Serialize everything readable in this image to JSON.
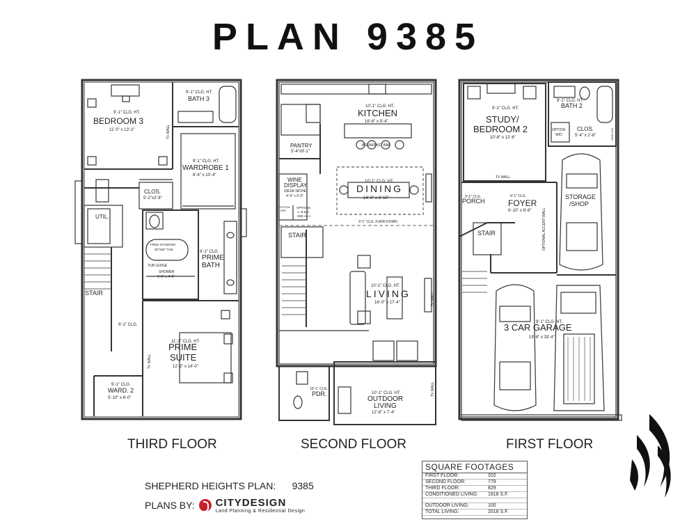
{
  "title": "PLAN  9385",
  "floors": {
    "third": "THIRD FLOOR",
    "second": "SECOND FLOOR",
    "first": "FIRST FLOOR"
  },
  "rooms": {
    "bedroom3": {
      "clg": "9'-1\" CLG. HT.",
      "name": "BEDROOM 3",
      "dim": "11'-0\" x 13'-2\""
    },
    "bath3": {
      "clg": "9'-1\" CLG. HT.",
      "name": "BATH 3"
    },
    "wardrobe1": {
      "clg": "9'-1\" CLG. HT.",
      "name": "WARDROBE 1",
      "dim": "8'-4\" x 10'-4\""
    },
    "clos3": {
      "name": "CLOS.",
      "dim": "5'-2\"x2'-8\""
    },
    "util": {
      "name": "UTIL."
    },
    "stair3": {
      "name": "STAIR"
    },
    "tub": {
      "name": "FREE-STANDING",
      "dim": "36\"X60\" TUB"
    },
    "tubledge": {
      "name": "TUB LEDGE"
    },
    "shower": {
      "name": "SHOWER",
      "dim": "6'-0\" x 4'-0\""
    },
    "primebath": {
      "clg": "9'-1\" CLG.",
      "name1": "PRIME",
      "name2": "BATH"
    },
    "clg91": {
      "name": "9'-1\" CLG."
    },
    "primesuite": {
      "clg": "11'-1\" CLG. HT.",
      "name1": "PRIME",
      "name2": "SUITE",
      "dim": "12'-2\" x 14'-0\""
    },
    "ward2": {
      "clg": "9'-1\" CLG.",
      "name": "WARD. 2",
      "dim": "5'-10\" x 6'-0\""
    },
    "tvwall": "TV WALL",
    "kitchen": {
      "clg": "10'-1\" CLG. HT.",
      "name": "KITCHEN",
      "dim": "16'-6\" x 9'-4\""
    },
    "breakfast": "BREAKFAST BAR",
    "pantry": {
      "name": "PANTRY",
      "dim": "5'-4\"x9'-1\""
    },
    "wine": {
      "name1": "WINE",
      "name2": "DISPLAY",
      "name3": "/DESK NICHE",
      "dim": "4'-4\" x 6'-0\""
    },
    "option": {
      "a": "OPTION",
      "b": "REF.",
      "c": "OPTIONS",
      "d": "A, B & C",
      "e": "SEE A5.1"
    },
    "dining": {
      "clg": "10'-1\" CLG. HT.",
      "name": "DINING",
      "dim": "14'-0\" x 8'-10\""
    },
    "furrdown": "9'-1\" CLG.  FURR-DOWN",
    "stair2": "STAIR",
    "living": {
      "clg": "10'-1\" CLG. HT.",
      "name": "LIVING",
      "dim": "16'-0\" x 17'-4\""
    },
    "pdr": {
      "clg": "10'-1\" CLG.",
      "name": "PDR."
    },
    "outdoor": {
      "clg": "10'-1\" CLG. HT.",
      "name1": "OUTDOOR",
      "name2": "LIVING",
      "dim": "12'-8\" x 7'-4\""
    },
    "study": {
      "clg": "9'-1\" CLG. HT.",
      "name1": "STUDY/",
      "name2": "BEDROOM 2",
      "dim": "10'-8\" x 12'-6\""
    },
    "bath2": {
      "clg": "9'-1\" CLG. HT.",
      "name": "BATH 2"
    },
    "optionwd": {
      "a": "OPTION",
      "b": "W/D"
    },
    "clos1": {
      "name": "CLOS.",
      "dim": "5'-4\" x 2'-8\""
    },
    "shelves": "SHELVES",
    "porch": {
      "clg": "9'-1\" CLG.",
      "name": "PORCH"
    },
    "foyer": {
      "clg": "9'-1\" CLG.",
      "name": "FOYER",
      "dim": "6'-10\" x 8'-8\""
    },
    "accent": "OPTIONAL ACCENT WALL",
    "storage": {
      "name1": "STORAGE",
      "name2": "/SHOP"
    },
    "stair1": "STAIR",
    "garage": {
      "clg": "9'-1\" CLG. HT.",
      "name": "3 CAR GARAGE",
      "dim": "19'-8\" x 33'-4\""
    }
  },
  "info": {
    "shepherd_label": "SHEPHERD HEIGHTS  PLAN:",
    "shepherd_value": "9385",
    "plans_by": "PLANS BY:",
    "company": "CITYDESIGN",
    "company_sub": "Land Planning & Residential Design"
  },
  "square_footages": {
    "title": "SQUARE FOOTAGES",
    "rows": [
      {
        "label": "FIRST FLOOR:",
        "value": "310"
      },
      {
        "label": "SECOND FLOOR:",
        "value": "779"
      },
      {
        "label": "THIRD FLOOR:",
        "value": "829"
      },
      {
        "label": "CONDITIONED LIVING:",
        "value": "1918  S.F."
      }
    ],
    "rows2": [
      {
        "label": "OUTDOOR LIVING:",
        "value": "100"
      },
      {
        "label": "TOTAL LIVING:",
        "value": "2018  S.F."
      }
    ]
  }
}
